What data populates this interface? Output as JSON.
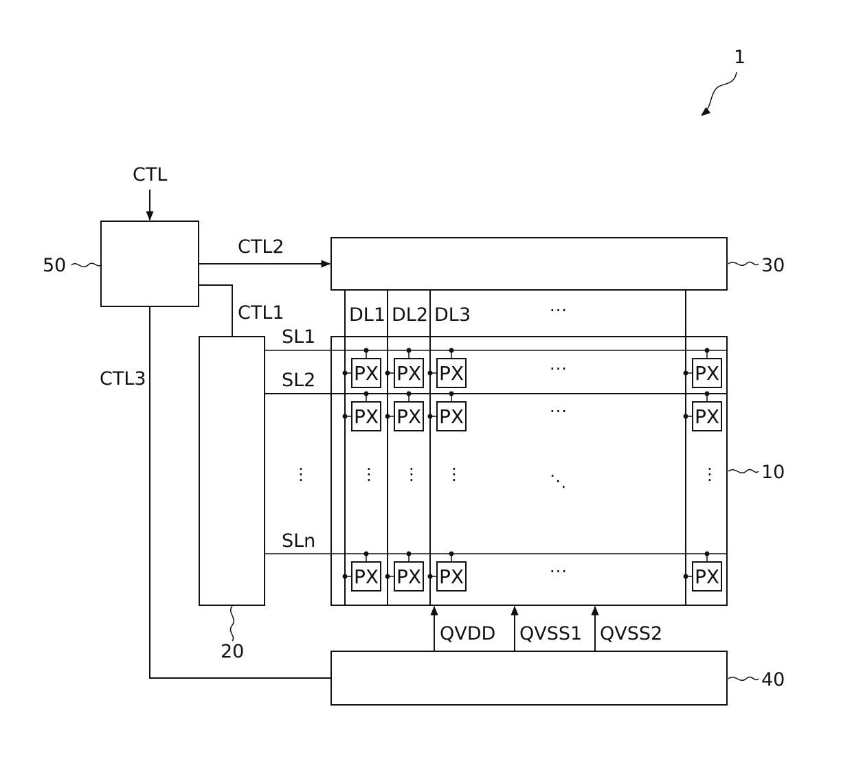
{
  "labels": {
    "figure_ref": "1",
    "ctl": "CTL",
    "ctl1": "CTL1",
    "ctl2": "CTL2",
    "ctl3": "CTL3",
    "ref_50": "50",
    "ref_30": "30",
    "ref_10": "10",
    "ref_20": "20",
    "ref_40": "40",
    "dl1": "DL1",
    "dl2": "DL2",
    "dl3": "DL3",
    "sl1": "SL1",
    "sl2": "SL2",
    "sln": "SLn",
    "qvdd": "QVDD",
    "qvss1": "QVSS1",
    "qvss2": "QVSS2",
    "pixel": "PX",
    "hdots": "···",
    "vdots": "⋮",
    "ddots": "⋱"
  },
  "colors": {
    "line": "#111111",
    "background": "#ffffff"
  }
}
